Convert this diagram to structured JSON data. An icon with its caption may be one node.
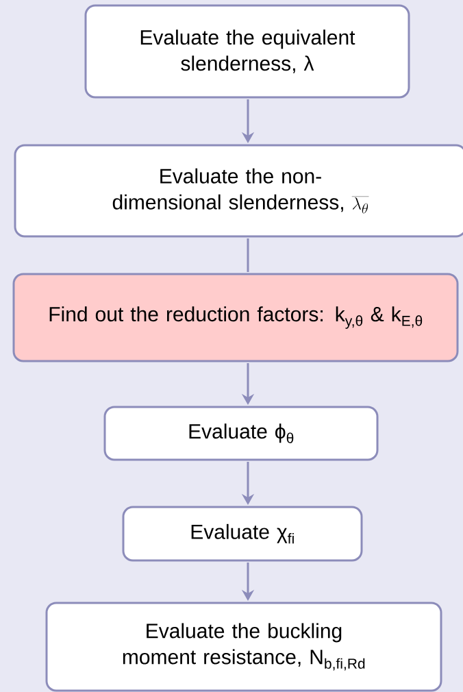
{
  "diagram": {
    "nodes": [
      {
        "text": [
          "Evaluate the equivalent slenderness,  λ"
        ]
      },
      {
        "text": [
          "Evaluate the non-dimensional slenderness,",
          "\\overline{\\lambda_\\theta}"
        ]
      },
      {
        "text": [
          "Find out the reduction factors: k$_{y,θ}$ & k$_{E,θ}$"
        ]
      },
      {
        "text": [
          "Evaluate ϕ$_{θ}$"
        ]
      },
      {
        "text": [
          "Evaluate χ$_{fi}$"
        ]
      },
      {
        "text": [
          "Evaluate the buckling moment resistance, N$_{b,fi,Rd}$"
        ]
      }
    ],
    "edges": [
      {
        "from": 0,
        "to": 1,
        "arrow": "to"
      },
      {
        "from": 1,
        "to": 2,
        "arrow": "none"
      },
      {
        "from": 2,
        "to": 3,
        "arrow": "to"
      },
      {
        "from": 3,
        "to": 4,
        "arrow": "to"
      },
      {
        "from": 4,
        "to": 5,
        "arrow": "to"
      }
    ]
  }
}
